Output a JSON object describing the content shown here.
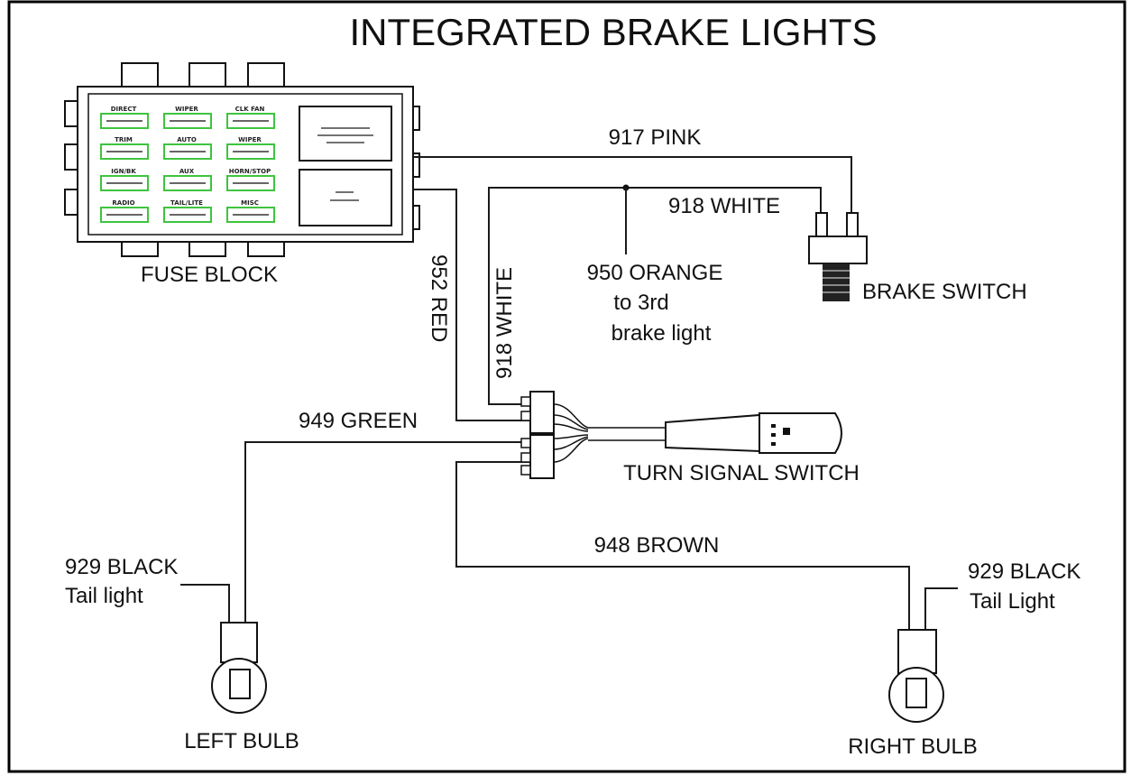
{
  "title": "INTEGRATED BRAKE LIGHTS",
  "components": {
    "fuse_block": "FUSE BLOCK",
    "brake_switch": "BRAKE SWITCH",
    "turn_signal_switch": "TURN SIGNAL SWITCH",
    "left_bulb": "LEFT BULB",
    "right_bulb": "RIGHT BULB"
  },
  "wires": {
    "w917": "917 PINK",
    "w918_top": "918 WHITE",
    "w950_line1": "950 ORANGE",
    "w950_line2": "to 3rd",
    "w950_line3": "brake light",
    "w952": "952 RED",
    "w918_vertical": "918 WHITE",
    "w949": "949 GREEN",
    "w948": "948 BROWN",
    "w929_left_line1": "929 BLACK",
    "w929_left_line2": "Tail light",
    "w929_right_line1": "929 BLACK",
    "w929_right_line2": "Tail Light"
  },
  "fuse_labels": [
    [
      "DIRECT",
      "WIPER",
      "CLK FAN"
    ],
    [
      "TRIM",
      "AUTO",
      "WIPER"
    ],
    [
      "IGN/BK",
      "AUX",
      "HORN/STOP"
    ],
    [
      "RADIO",
      "TAIL/LITE",
      "MISC"
    ]
  ],
  "colors": {
    "fuse_outline": "#3ec43e",
    "ink": "#111111"
  }
}
